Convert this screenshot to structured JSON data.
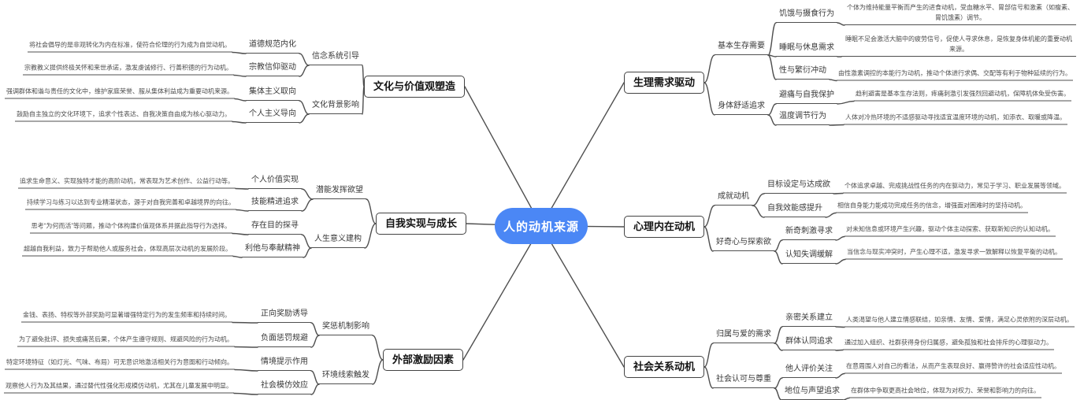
{
  "root": {
    "label": "人的动机来源"
  },
  "colors": {
    "root_bg": "#4b87f5",
    "root_text": "#ffffff",
    "line": "#4f4f4f",
    "branch_border": "#434343",
    "label_text": "#383838",
    "desc_text": "#4d4d4d"
  },
  "branches": [
    {
      "label": "生理需求驱动",
      "groups": [
        {
          "label": "基本生存需要",
          "items": [
            {
              "label": "饥饿与摄食行为",
              "desc": "个体为维持能量平衡而产生的进食动机，受血糖水平、胃部信号和激素（如瘦素、胃饥饿素）调节。"
            },
            {
              "label": "睡眠与休息需求",
              "desc": "睡眠不足会激活大脑中的疲劳信号，促使人寻求休息，是恢复身体机能的重要动机来源。"
            },
            {
              "label": "性与繁衍冲动",
              "desc": "由性激素调控的本能行为动机，推动个体进行求偶、交配等有利于物种延续的行为。"
            }
          ]
        },
        {
          "label": "身体舒适追求",
          "items": [
            {
              "label": "避痛与自我保护",
              "desc": "趋利避害是基本生存法则，疼痛刺激引发强烈回避动机，保障机体免受伤害。"
            },
            {
              "label": "温度调节行为",
              "desc": "人体对冷热环境的不适感驱动寻找适宜温度环境的动机，如添衣、取暖或降温。"
            }
          ]
        }
      ]
    },
    {
      "label": "心理内在动机",
      "groups": [
        {
          "label": "成就动机",
          "items": [
            {
              "label": "目标设定与达成欲",
              "desc": "个体追求卓越、完成挑战性任务的内在驱动力，常见于学习、职业发展等领域。"
            },
            {
              "label": "自我效能感提升",
              "desc": "相信自身能力能成功完成任务的信念，增强面对困难时的坚持动机。"
            }
          ]
        },
        {
          "label": "好奇心与探索欲",
          "items": [
            {
              "label": "新奇刺激寻求",
              "desc": "对未知信息或环境产生兴趣，驱动个体主动探索、获取新知识的认知动机。"
            },
            {
              "label": "认知失调缓解",
              "desc": "当信念与现实冲突时，产生心理不适，激发寻求一致解释以恢复平衡的动机。"
            }
          ]
        }
      ]
    },
    {
      "label": "社会关系动机",
      "groups": [
        {
          "label": "归属与爱的需求",
          "items": [
            {
              "label": "亲密关系建立",
              "desc": "人类渴望与他人建立情感联结，如亲情、友情、爱情，满足心灵依附的深层动机。"
            },
            {
              "label": "群体认同追求",
              "desc": "通过加入组织、社群获得身份归属感，避免孤独和社会排斥的心理驱动力。"
            }
          ]
        },
        {
          "label": "社会认可与尊重",
          "items": [
            {
              "label": "他人评价关注",
              "desc": "在意周围人对自己的看法，从而产生表现良好、赢得赞许的社会适应性动机。"
            },
            {
              "label": "地位与声望追求",
              "desc": "在群体中争取更高社会地位，体现为对权力、荣誉和影响力的向往。"
            }
          ]
        }
      ]
    },
    {
      "label": "文化与价值观塑造",
      "groups": [
        {
          "label": "信念系统引导",
          "items": [
            {
              "label": "道德规范内化",
              "desc": "将社会倡导的是非观转化为内在标准，使符合伦理的行为成为自觉动机。"
            },
            {
              "label": "宗教信仰驱动",
              "desc": "宗教教义提供终极关怀和来世承诺，激发虔诚修行、行善积德的行为动机。"
            }
          ]
        },
        {
          "label": "文化背景影响",
          "items": [
            {
              "label": "集体主义取向",
              "desc": "强调群体和谐与责任的文化中，维护家庭荣誉、服从集体利益成为重要动机来源。"
            },
            {
              "label": "个人主义导向",
              "desc": "鼓励自主独立的文化环境下，追求个性表达、自我决策自由成为核心驱动力。"
            }
          ]
        }
      ]
    },
    {
      "label": "自我实现与成长",
      "groups": [
        {
          "label": "潜能发挥欲望",
          "items": [
            {
              "label": "个人价值实现",
              "desc": "追求生命意义、实现独特才能的高阶动机，常表现为艺术创作、公益行动等。"
            },
            {
              "label": "技能精进追求",
              "desc": "持续学习与练习以达到专业精湛状态，源于对自我完善和卓越境界的向往。"
            }
          ]
        },
        {
          "label": "人生意义建构",
          "items": [
            {
              "label": "存在目的探寻",
              "desc": "思考“为何而活”等问题，推动个体构建价值观体系并据此指导行为选择。"
            },
            {
              "label": "利他与奉献精神",
              "desc": "超越自我利益，致力于帮助他人或服务社会，体现高层次动机的发展阶段。"
            }
          ]
        }
      ]
    },
    {
      "label": "外部激励因素",
      "groups": [
        {
          "label": "奖惩机制影响",
          "items": [
            {
              "label": "正向奖励诱导",
              "desc": "金钱、表扬、特权等外部奖励可显著增强特定行为的发生频率和持续时间。"
            },
            {
              "label": "负面惩罚规避",
              "desc": "为了避免批评、损失或痛苦后果，个体产生遵守规则、规避风险的行为动机。"
            }
          ]
        },
        {
          "label": "环境线索触发",
          "items": [
            {
              "label": "情境提示作用",
              "desc": "特定环境特征（如灯光、气味、布局）可无意识地激活相关行为意图和行动倾向。"
            },
            {
              "label": "社会模仿效应",
              "desc": "观察他人行为及其结果，通过替代性强化形成模仿动机，尤其在儿童发展中明显。"
            }
          ]
        }
      ]
    }
  ]
}
